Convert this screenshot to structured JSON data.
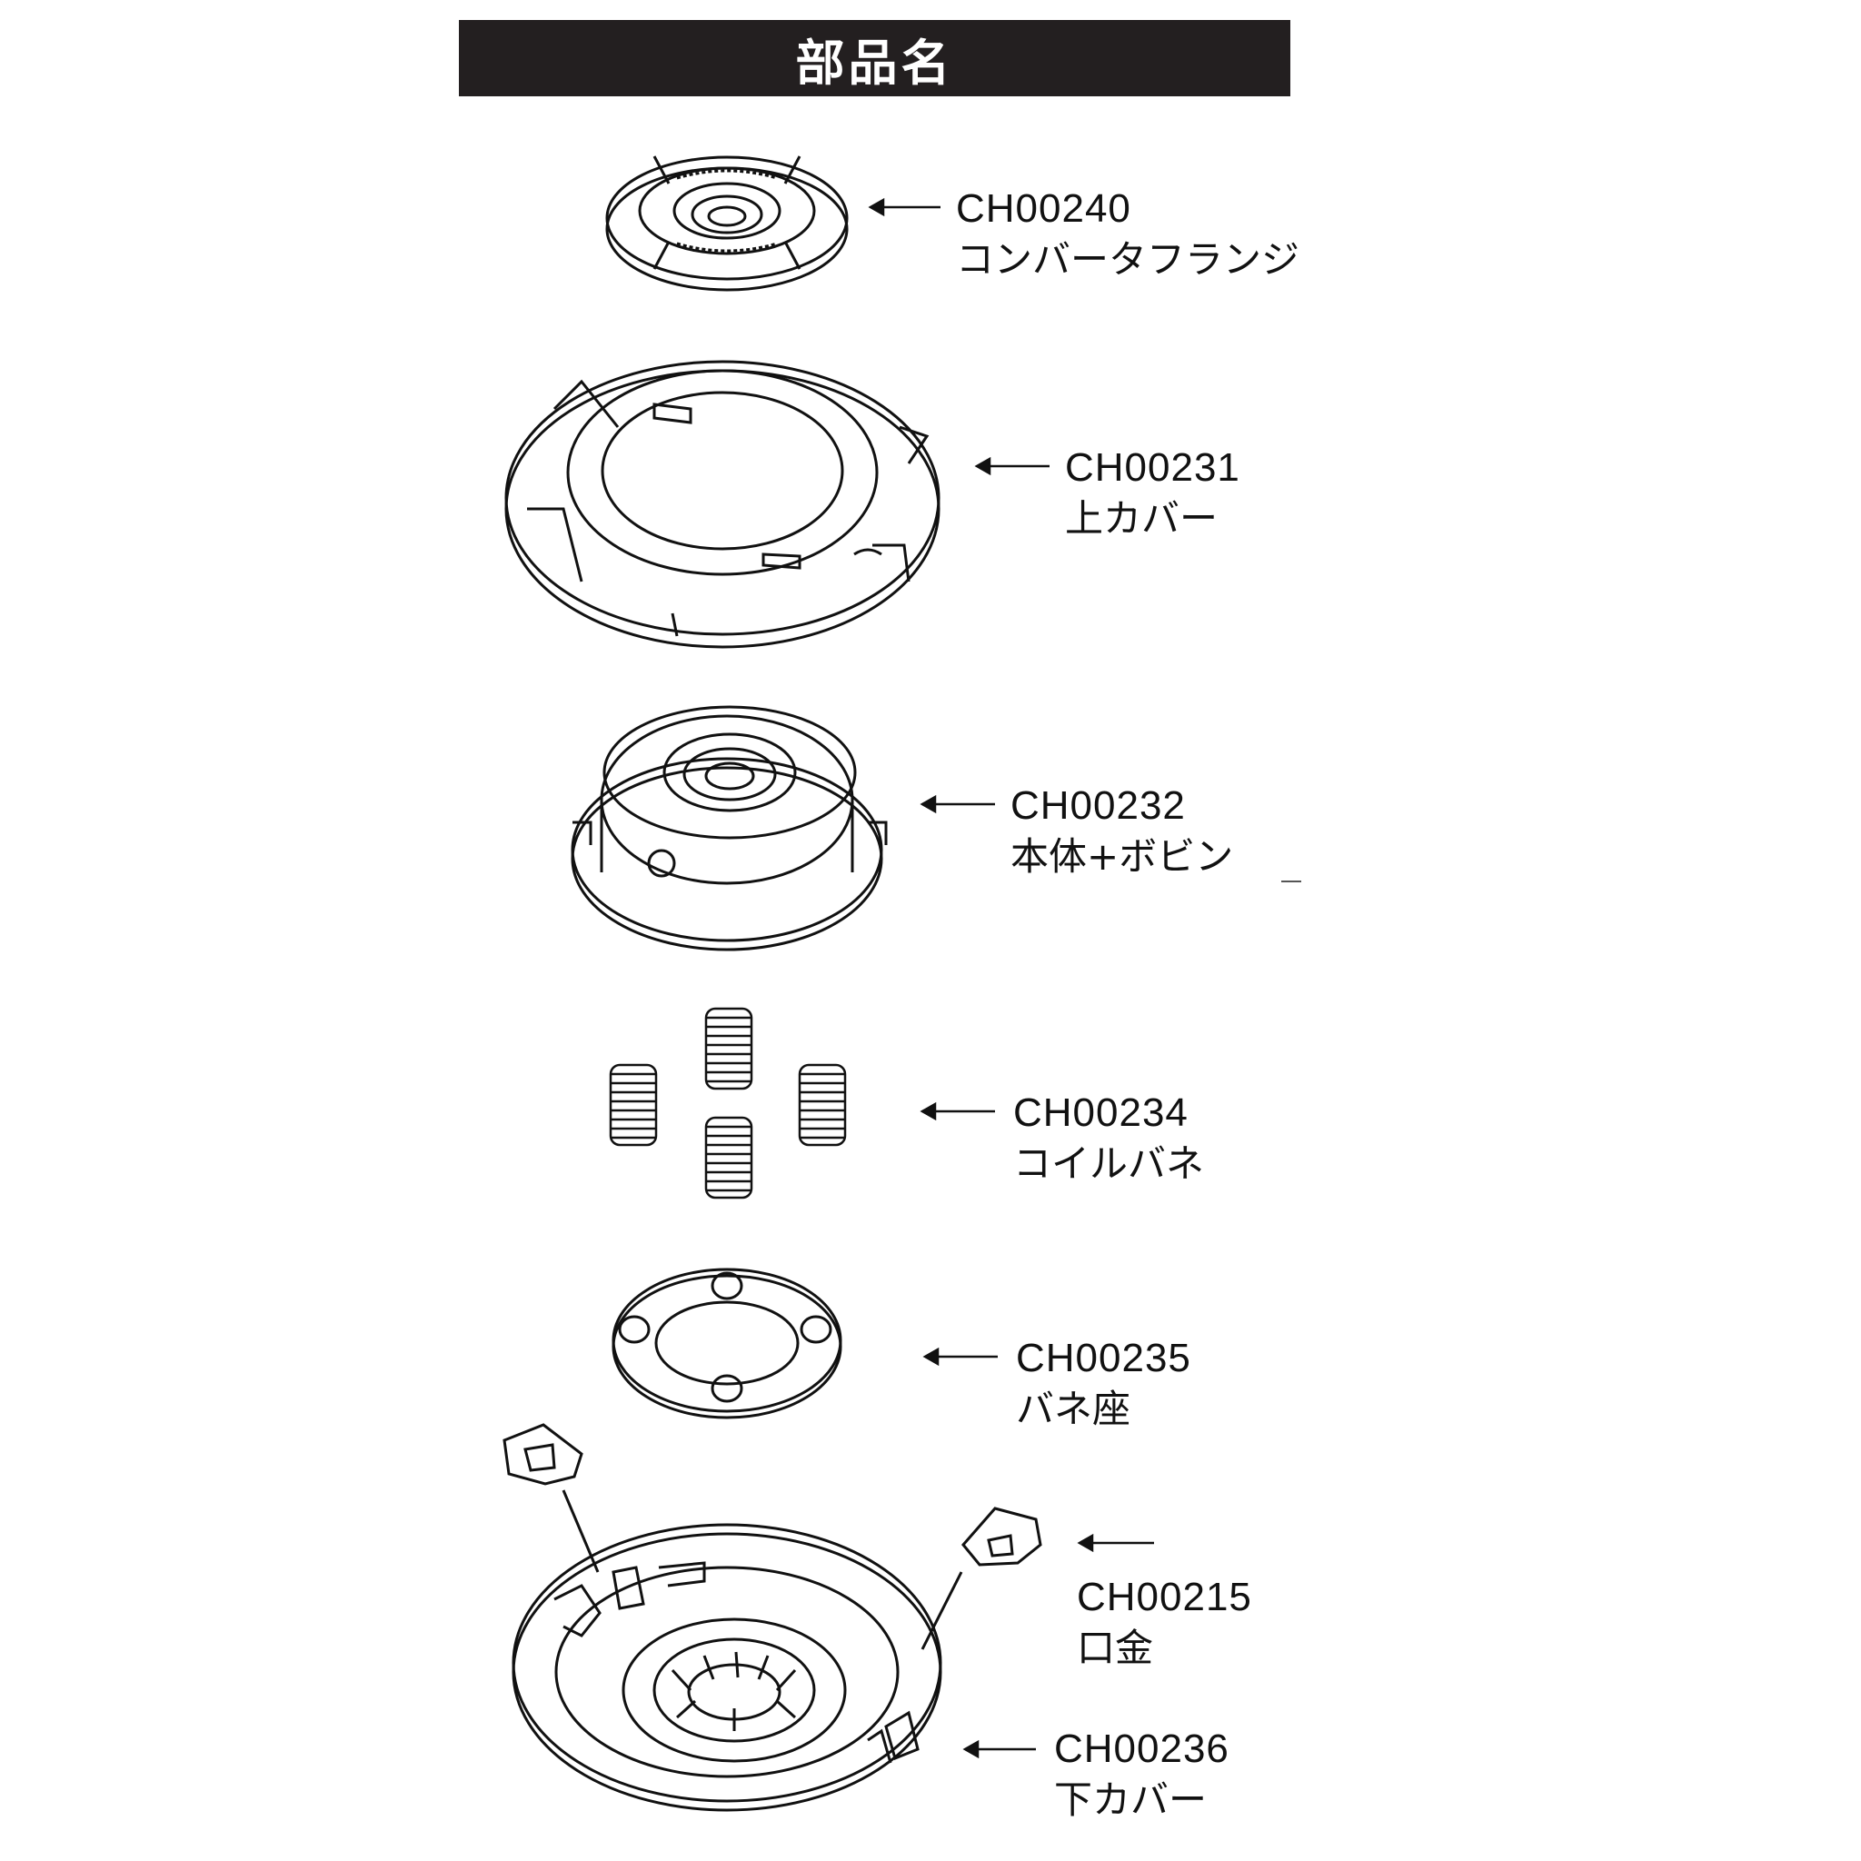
{
  "header": {
    "title": "部品名"
  },
  "parts": [
    {
      "code": "CH00240",
      "name": "コンバータフランジ"
    },
    {
      "code": "CH00231",
      "name": "上カバー"
    },
    {
      "code": "CH00232",
      "name": "本体+ボビン"
    },
    {
      "code": "CH00234",
      "name": "コイルバネ"
    },
    {
      "code": "CH00235",
      "name": "バネ座"
    },
    {
      "code": "CH00215",
      "name": "口金"
    },
    {
      "code": "CH00236",
      "name": "下カバー"
    }
  ],
  "colors": {
    "header_bg": "#231f20",
    "header_text": "#ffffff",
    "line": "#111111"
  }
}
